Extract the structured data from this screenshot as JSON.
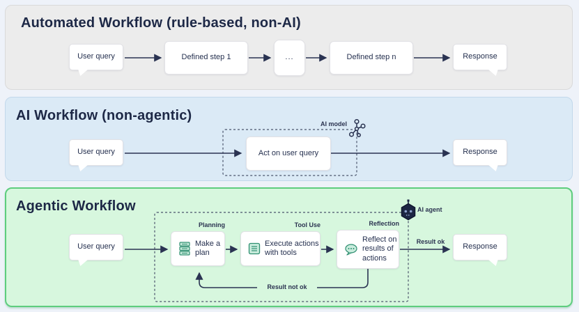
{
  "colors": {
    "page_bg": "#eef2f9",
    "text_dark": "#1d2846",
    "arrow": "#2a3352",
    "panel_automated_bg": "#ececec",
    "panel_automated_border": "#d9d9d9",
    "panel_ai_bg": "#dbeaf6",
    "panel_ai_border": "#c2d8eb",
    "panel_agentic_bg": "#d7f7de",
    "panel_agentic_border": "#5ecd7e",
    "node_bg": "#ffffff",
    "icon_green_stroke": "#2e8f70",
    "icon_green_fill": "#c9ecdd",
    "robot_navy": "#1d2644"
  },
  "panels": {
    "automated": {
      "title": "Automated Workflow (rule-based, non-AI)",
      "nodes": {
        "user_query": "User query",
        "step1": "Defined step 1",
        "ellipsis": "...",
        "stepn": "Defined step n",
        "response": "Response"
      }
    },
    "ai": {
      "title": "AI Workflow (non-agentic)",
      "nodes": {
        "user_query": "User query",
        "act": "Act on user query",
        "response": "Response"
      },
      "labels": {
        "ai_model": "AI model"
      }
    },
    "agentic": {
      "title": "Agentic Workflow",
      "nodes": {
        "user_query": "User query",
        "plan": "Make a plan",
        "execute": "Execute actions with tools",
        "reflect": "Reflect on results of actions",
        "response": "Response"
      },
      "labels": {
        "ai_agent": "AI agent",
        "planning": "Planning",
        "tool_use": "Tool Use",
        "reflection": "Reflection",
        "result_ok": "Result ok",
        "result_not_ok": "Result not ok"
      }
    }
  }
}
